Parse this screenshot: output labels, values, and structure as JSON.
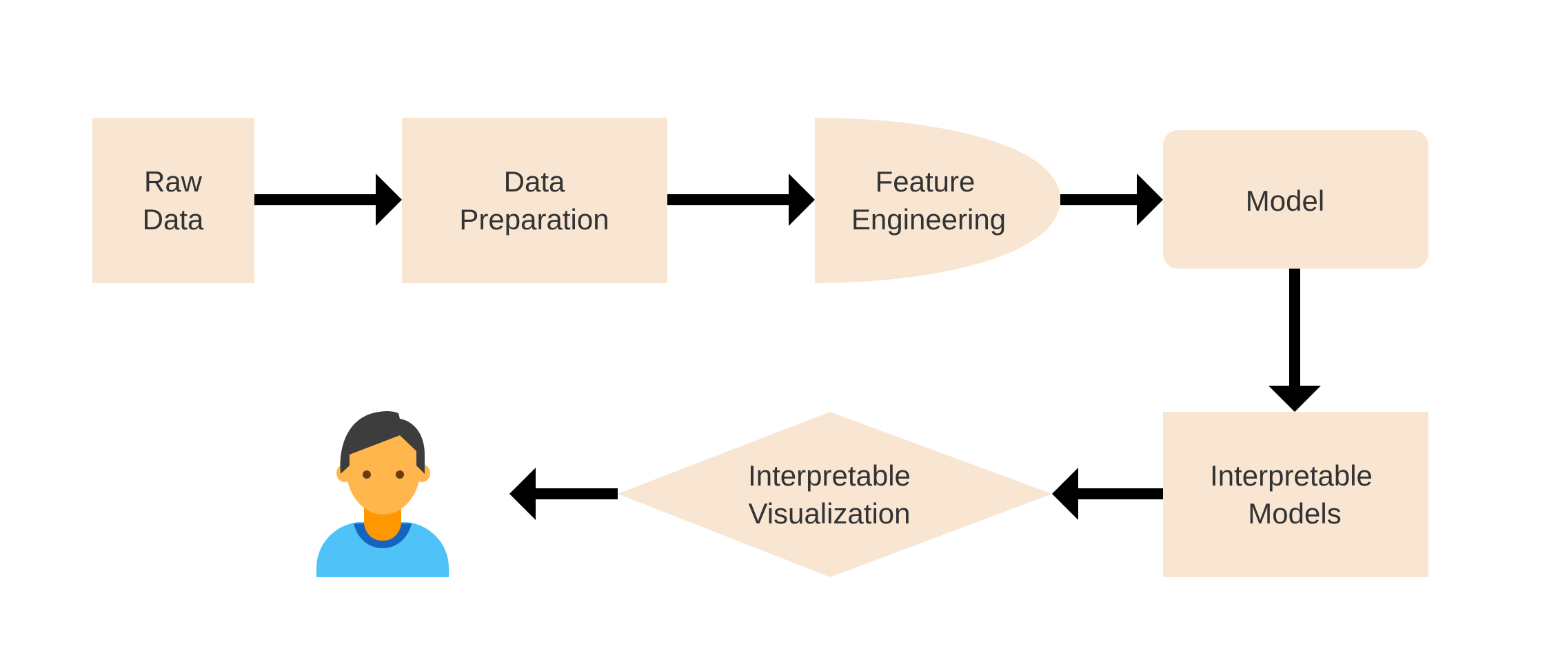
{
  "nodes": {
    "raw_data": {
      "line1": "Raw",
      "line2": "Data"
    },
    "data_preparation": {
      "line1": "Data",
      "line2": "Preparation"
    },
    "feature_engineering": {
      "line1": "Feature",
      "line2": "Engineering"
    },
    "model": {
      "line1": "Model"
    },
    "interpretable_models": {
      "line1": "Interpretable",
      "line2": "Models"
    },
    "interpretable_visualization": {
      "line1": "Interpretable",
      "line2": "Visualization"
    }
  },
  "icons": {
    "user": "user-icon"
  },
  "colors": {
    "node_fill": "#f8e6d3",
    "text": "#333333",
    "arrow": "#000000",
    "person_hair": "#3d3d3d",
    "person_face": "#ffb74d",
    "person_neck": "#ff9800",
    "person_collar": "#1565c0",
    "person_shirt": "#4fc3f7"
  }
}
